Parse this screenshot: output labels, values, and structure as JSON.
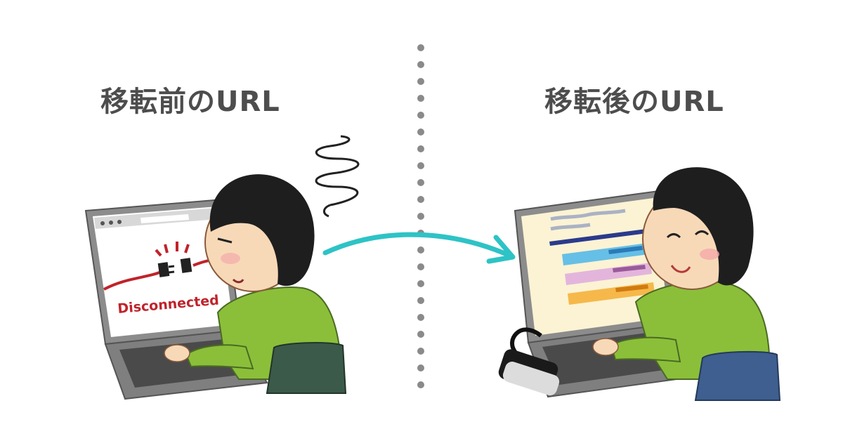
{
  "titles": {
    "before": "移転前のURL",
    "after": "移転後のURL"
  },
  "left_panel": {
    "screen_message": "Disconnected",
    "mood_icon": "dizzy-swirl-icon",
    "plug_icon": "unplugged-cable-icon"
  },
  "right_panel": {
    "mood": "smiling",
    "device_icon": "external-hard-drive-icon"
  },
  "arrow_icon": "curved-arrow-right-icon",
  "colors": {
    "title_text": "#4d4d4d",
    "divider_dots": "#8a8a8a",
    "arrow": "#2ec3c6",
    "disconnected_red": "#c0232b",
    "shirt_green": "#8bbf3a",
    "chair_dark_green": "#3b5a4a",
    "chair_blue": "#3e5f8f",
    "laptop_gray": "#8a8a8a"
  }
}
